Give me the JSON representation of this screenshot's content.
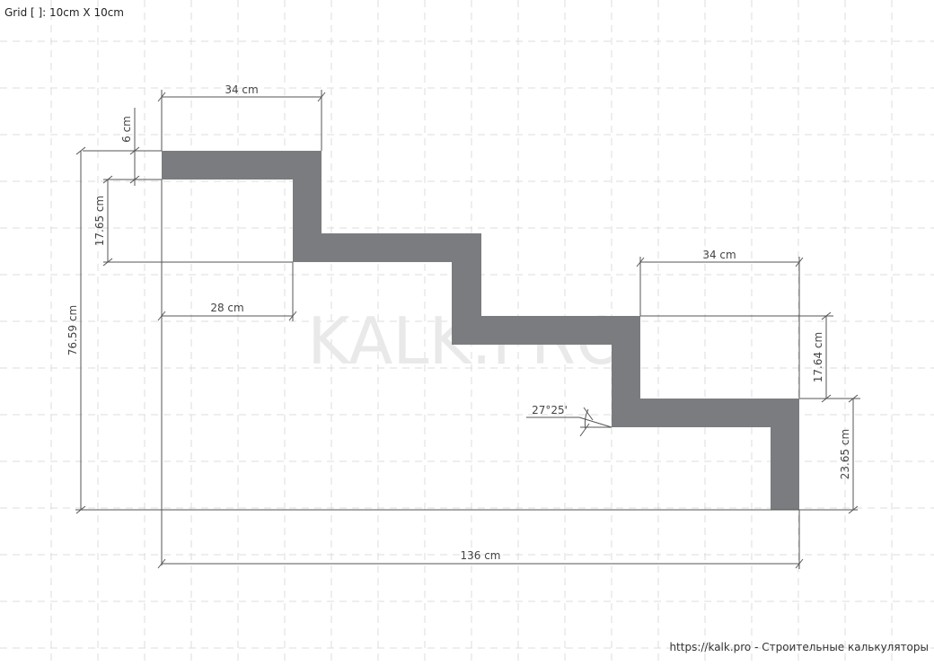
{
  "grid_label": "Grid [ ]: 10cm X 10cm",
  "watermark": "KALK.PRO",
  "footer": "https://kalk.pro - Строительные калькуляторы",
  "colors": {
    "stringer": "#7a7c7f",
    "dimension_line": "#555555",
    "grid": "#dcdcdc",
    "watermark": "#e9e9e9"
  },
  "dimensions": {
    "top_tread": "34 cm",
    "thickness": "6 cm",
    "top_riser": "17.65 cm",
    "bottom_tread_inner": "28 cm",
    "total_height": "76.59 cm",
    "right_tread": "34 cm",
    "right_riser": "17.64 cm",
    "bottom_leg": "23.65 cm",
    "angle": "27°25'",
    "total_length": "136 cm"
  }
}
